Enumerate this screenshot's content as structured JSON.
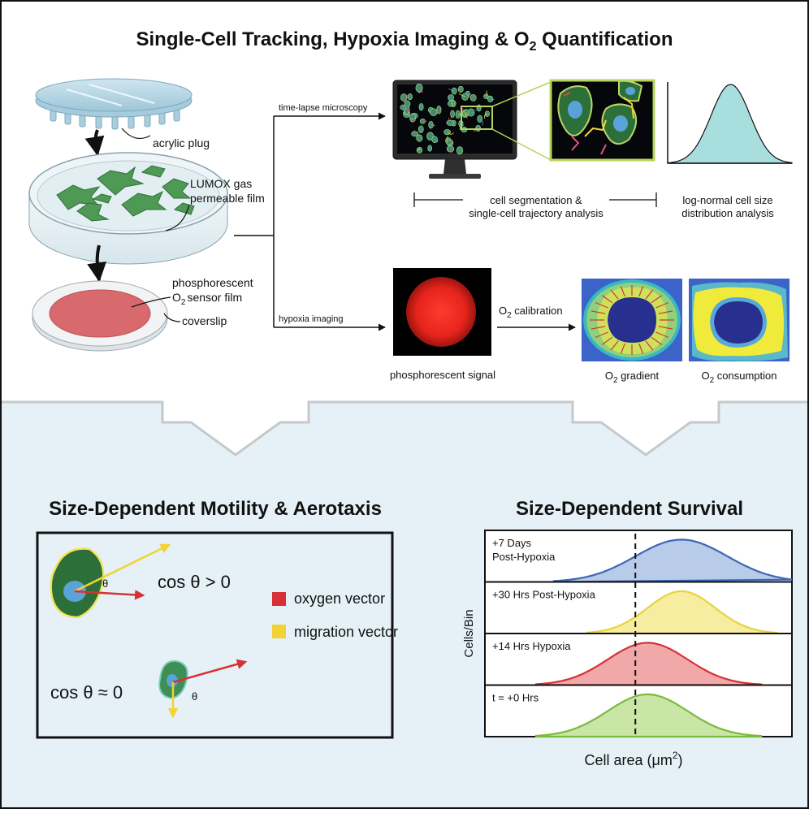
{
  "title": {
    "pre": "Single-Cell Tracking, Hypoxia Imaging & O",
    "sub": "2",
    "post": " Quantification"
  },
  "setup": {
    "acrylic_plug": "acrylic plug",
    "lumox_line1": "LUMOX gas",
    "lumox_line2": "permeable film",
    "sensor_line1": "phosphorescent",
    "sensor_line2_pre": "O",
    "sensor_line2_sub": "2",
    "sensor_line2_post": "sensor film",
    "coverslip": "coverslip"
  },
  "flow": {
    "time_lapse": "time-lapse microscopy",
    "hypoxia_imaging": "hypoxia imaging",
    "calibration_pre": "O",
    "calibration_sub": "2",
    "calibration_post": " calibration"
  },
  "captions": {
    "segmentation_line1": "cell segmentation &",
    "segmentation_line2": "single-cell trajectory analysis",
    "lognormal_line1": "log-normal cell size",
    "lognormal_line2": "distribution analysis",
    "phosphorescent_signal": "phosphorescent signal",
    "gradient_pre": "O",
    "gradient_sub": "2",
    "gradient_post": " gradient",
    "consumption_pre": "O",
    "consumption_sub": "2",
    "consumption_post": " consumption"
  },
  "motility": {
    "title": "Size-Dependent Motility & Aerotaxis",
    "cos_positive": "cos θ > 0",
    "cos_zero": "cos θ ≈ 0",
    "theta": "θ",
    "legend": [
      {
        "label": "oxygen vector",
        "color": "#d63236"
      },
      {
        "label": "migration vector",
        "color": "#f2d335"
      }
    ]
  },
  "survival": {
    "title": "Size-Dependent Survival",
    "ylabel": "Cells/Bin",
    "xlabel_pre": "Cell area (μm",
    "xlabel_sup": "2",
    "xlabel_post": ")",
    "rows": [
      {
        "label_lines": [
          "+7 Days",
          "Post-Hypoxia"
        ],
        "mean": 0.64,
        "sd": 0.15,
        "color": "#3f67b5",
        "fill": "#b8cbe9"
      },
      {
        "label_lines": [
          "+30 Hrs Post-Hypoxia"
        ],
        "mean": 0.64,
        "sd": 0.11,
        "color": "#e8d33c",
        "fill": "#f6eda0"
      },
      {
        "label_lines": [
          "+14 Hrs Hypoxia"
        ],
        "mean": 0.53,
        "sd": 0.13,
        "color": "#d63236",
        "fill": "#f0a9a8"
      },
      {
        "label_lines": [
          "t = +0 Hrs"
        ],
        "mean": 0.53,
        "sd": 0.13,
        "color": "#7cba3a",
        "fill": "#c9e6a7"
      }
    ],
    "threshold": 0.49
  },
  "colors": {
    "lower_bg": "#e6f1f7",
    "sensor_red": "#d86a6e",
    "cell_green": "#2d6f38",
    "lognormal_fill": "#a9dedf",
    "accent_yellow_green": "#b6d45a"
  }
}
